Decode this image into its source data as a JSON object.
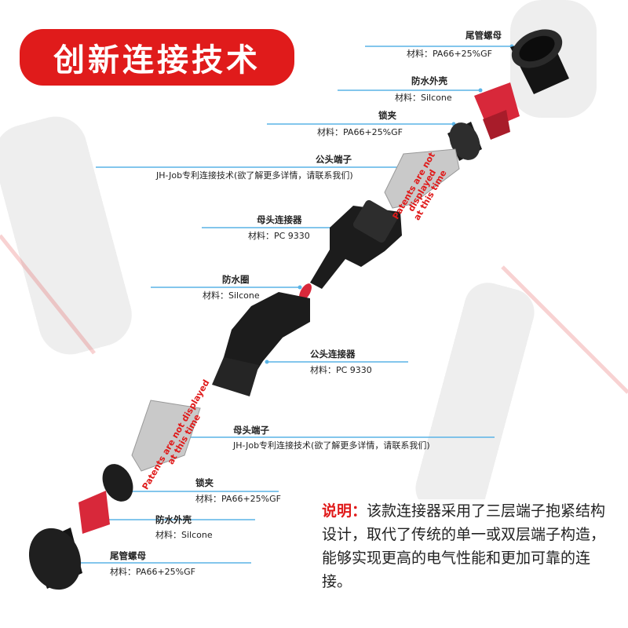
{
  "title": "创新连接技术",
  "parts": [
    {
      "name": "尾管螺母",
      "material": "材料：PA66+25%GF"
    },
    {
      "name": "防水外壳",
      "material": "材料：Silcone"
    },
    {
      "name": "锁夹",
      "material": "材料：PA66+25%GF"
    },
    {
      "name": "公头端子",
      "material": "JH-Job专利连接技术(欲了解更多详情，请联系我们)"
    },
    {
      "name": "母头连接器",
      "material": "材料：PC 9330"
    },
    {
      "name": "防水圈",
      "material": "材料：Silcone"
    },
    {
      "name": "公头连接器",
      "material": "材料：PC 9330"
    },
    {
      "name": "母头端子",
      "material": "JH-Job专利连接技术(欲了解更多详情，请联系我们)"
    },
    {
      "name": "锁夹",
      "material": "材料：PA66+25%GF"
    },
    {
      "name": "防水外壳",
      "material": "材料：Silcone"
    },
    {
      "name": "尾管螺母",
      "material": "材料：PA66+25%GF"
    }
  ],
  "patent_note": {
    "line1": "Patents are not",
    "line2": "displayed",
    "line3": "at this time"
  },
  "patent_note_lower": {
    "line1": "Patents are not displayed",
    "line2": "at this time"
  },
  "note": {
    "head": "说明：",
    "body": "该款连接器采用了三层端子抱紧结构设计，取代了传统的单一或双层端子构造，能够实现更高的电气性能和更加可靠的连接。"
  },
  "colors": {
    "accent": "#e01b1b",
    "leader": "#5ab4e6",
    "part": "#1b1b1b",
    "seal": "#d8283a",
    "terminal": "#c9c9c9"
  }
}
